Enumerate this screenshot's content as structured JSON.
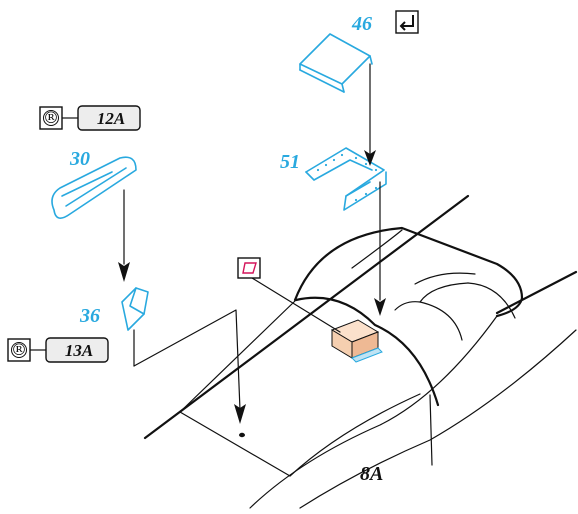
{
  "parts": [
    {
      "id": "part-46",
      "number": "46"
    },
    {
      "id": "part-51",
      "number": "51"
    },
    {
      "id": "part-30",
      "number": "30"
    },
    {
      "id": "part-36",
      "number": "36"
    }
  ],
  "references": [
    {
      "id": "ref-12a",
      "symbol": "®",
      "label": "12A"
    },
    {
      "id": "ref-13a",
      "symbol": "®",
      "label": "13A"
    }
  ],
  "step": {
    "label": "8A"
  },
  "icons": {
    "fold": "fold-arrow-icon",
    "glue": "glue-icon",
    "registered": "registered-mark-icon"
  },
  "colors": {
    "part_blue": "#29a9df",
    "block_fill": "#f5cfb0",
    "outline": "#111111"
  }
}
